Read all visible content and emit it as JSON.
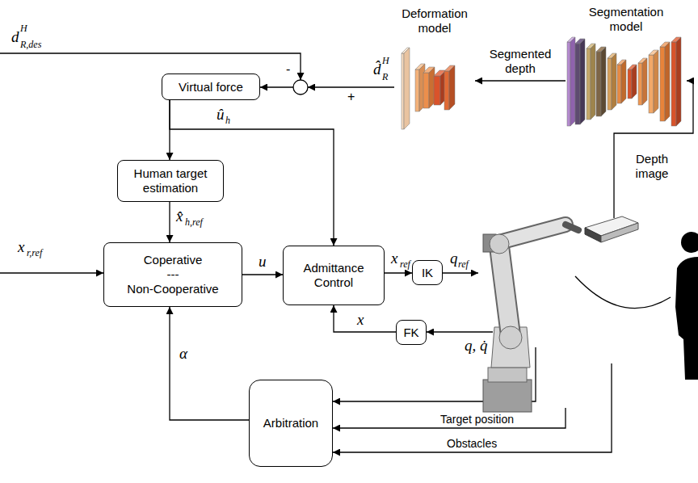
{
  "diagram": {
    "nodes": [
      {
        "text": [
          "Deformation model"
        ]
      },
      {
        "text": [
          "Segmentation model"
        ]
      },
      {
        "text": [
          "Virtual force"
        ]
      },
      {
        "text": [
          "Human target estimation"
        ]
      },
      {
        "text": [
          "Coperative",
          "---",
          "Non-Cooperative"
        ]
      },
      {
        "text": [
          "Admittance Control"
        ]
      },
      {
        "text": [
          "IK"
        ]
      },
      {
        "text": [
          "FK"
        ]
      },
      {
        "text": [
          "Arbitration"
        ]
      }
    ],
    "edges": [
      {
        "from": 1,
        "to": 0,
        "arrow": "to",
        "label": "Segmented depth"
      },
      {
        "from": 0,
        "to": 2,
        "arrow": "to"
      },
      {
        "from": 2,
        "to": 3,
        "arrow": "to"
      },
      {
        "from": 2,
        "to": 5,
        "arrow": "to"
      },
      {
        "from": 3,
        "to": 4,
        "arrow": "to"
      },
      {
        "from": 4,
        "to": 5,
        "arrow": "to"
      },
      {
        "from": 5,
        "to": 6,
        "arrow": "to"
      },
      {
        "from": 7,
        "to": 5,
        "arrow": "to"
      },
      {
        "from": 8,
        "to": 4,
        "arrow": "to"
      }
    ],
    "labels": [
      "d",
      "H",
      "R,des",
      "-",
      "+",
      "d̂",
      "H",
      "R",
      "û",
      "h",
      "x̂",
      "h,ref",
      "x",
      "r,ref",
      "u",
      "x",
      "ref",
      "q",
      "ref",
      "x",
      "q, q̇",
      "α",
      "Depth image",
      "Target position",
      "Obstacles"
    ]
  }
}
